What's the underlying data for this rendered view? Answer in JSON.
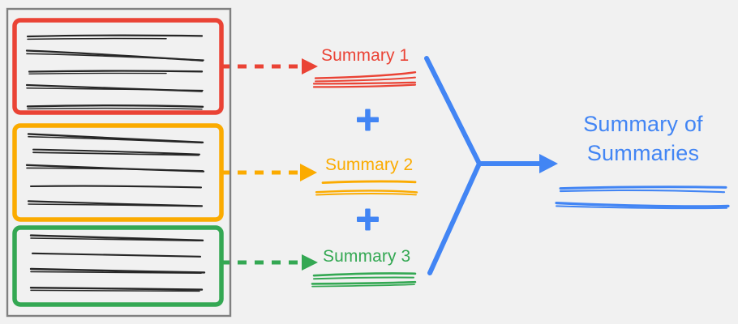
{
  "diagram": {
    "title_text": "Summary of Summaries",
    "background_color": "#f1f1f1",
    "type": "flow-diagram",
    "description": "Map-reduce style summarization: three colored document sections are each summarized, then the summaries are combined into a summary of summaries."
  },
  "source_document": {
    "name": "source-document",
    "frame_color": "#808080",
    "sections": [
      {
        "id": "red",
        "color": "#ea4335",
        "line_count": 5,
        "label": "document-section-red"
      },
      {
        "id": "yellow",
        "color": "#fbab00",
        "line_count": 5,
        "label": "document-section-yellow"
      },
      {
        "id": "green",
        "color": "#34a853",
        "line_count": 4,
        "label": "document-section-green"
      }
    ]
  },
  "summaries": [
    {
      "label": "Summary 1",
      "color": "#ea4335",
      "arrow_style": "dashed",
      "squiggle_lines": 3
    },
    {
      "label": "Summary 2",
      "color": "#fbab00",
      "arrow_style": "dashed",
      "squiggle_lines": 2
    },
    {
      "label": "Summary 3",
      "color": "#34a853",
      "arrow_style": "dashed",
      "squiggle_lines": 3
    }
  ],
  "operators": [
    {
      "symbol": "+",
      "color": "#4285f4"
    },
    {
      "symbol": "+",
      "color": "#4285f4"
    }
  ],
  "merge": {
    "color": "#4285f4",
    "name": "merge-connector"
  },
  "final_output": {
    "line1": "Summary of",
    "line2": "Summaries",
    "color": "#4285f4",
    "squiggle_lines": 2
  }
}
